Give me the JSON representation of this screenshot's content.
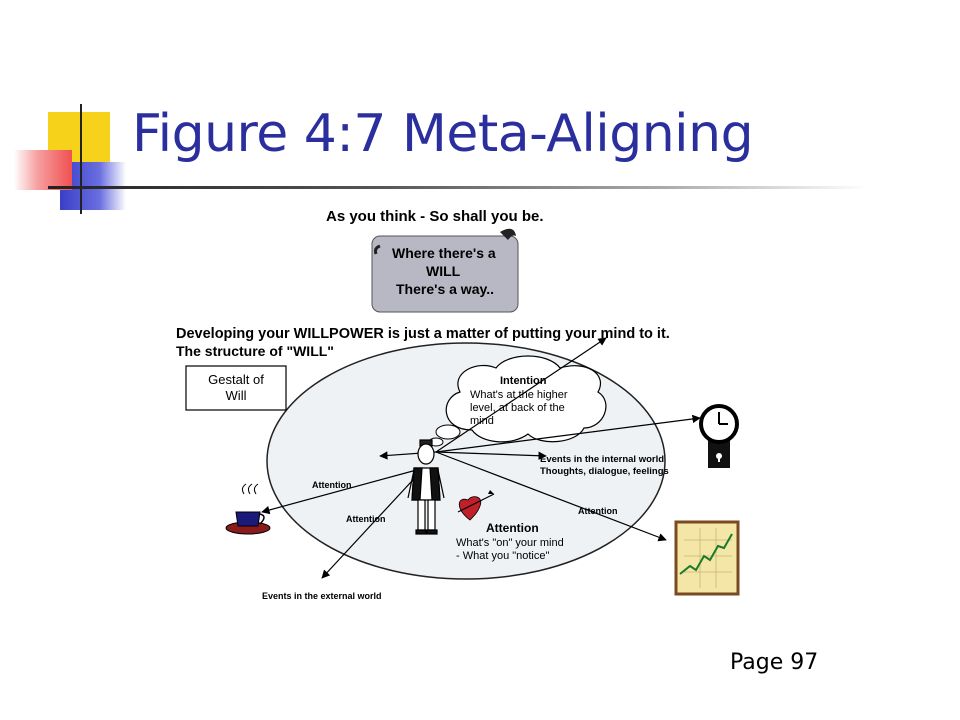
{
  "slide": {
    "title": "Figure 4:7 Meta-Aligning",
    "page": "Page 97"
  },
  "colors": {
    "title": "#2b2f9e",
    "accent_yellow": "#f7d21a",
    "accent_red": "#f06060",
    "accent_blue": "#3a3fc8",
    "speech_bubble": "#b8b8c4"
  },
  "diagram": {
    "motto": "As you think - So shall you be.",
    "bubble_lines": [
      "Where there's a",
      "WILL",
      "There's a way.."
    ],
    "intro_line1": "Developing your WILLPOWER is just a matter of putting your mind to it.",
    "intro_line2": "The structure of \"WILL\"",
    "gestalt_lines": [
      "Gestalt of",
      "Will"
    ],
    "intention": {
      "heading": "Intention",
      "lines": [
        "What's at the higher",
        "level, at back of the",
        "mind"
      ]
    },
    "internal_events": [
      "Events in the internal world",
      "Thoughts, dialogue, feelings"
    ],
    "attention_labels": [
      "Attention",
      "Attention",
      "Attention"
    ],
    "attention_main": {
      "heading": "Attention",
      "lines": [
        "What's \"on\" your mind",
        "- What you \"notice\""
      ]
    },
    "external_events": "Events in the external world",
    "icons": [
      "clock-icon",
      "coffee-cup-icon",
      "heart-arrow-icon",
      "growth-chart-icon",
      "person-icon"
    ]
  }
}
